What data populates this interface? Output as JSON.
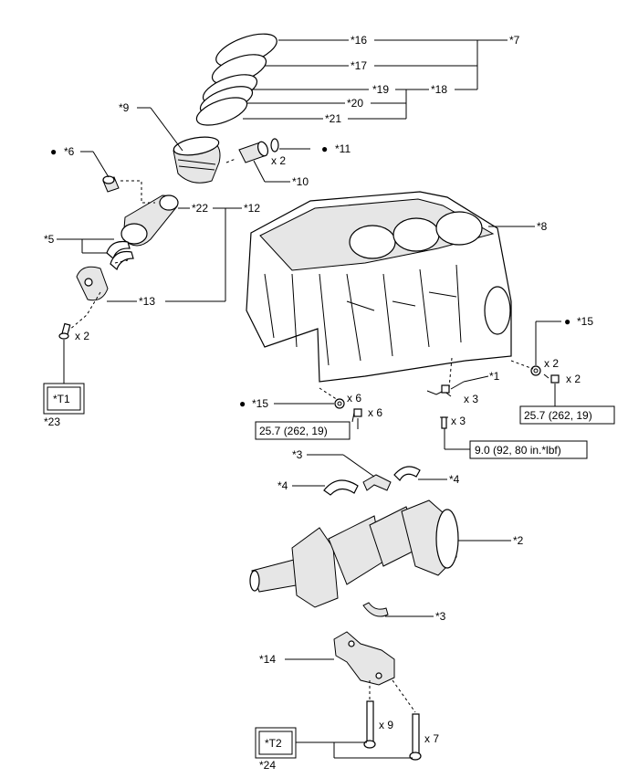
{
  "callouts": {
    "c1": "*1",
    "c2": "*2",
    "c3a": "*3",
    "c3b": "*3",
    "c4a": "*4",
    "c4b": "*4",
    "c5": "*5",
    "c6": "*6",
    "c7": "*7",
    "c8": "*8",
    "c9": "*9",
    "c10": "*10",
    "c11": "*11",
    "c12": "*12",
    "c13": "*13",
    "c14": "*14",
    "c15a": "*15",
    "c15b": "*15",
    "c16": "*16",
    "c17": "*17",
    "c18": "*18",
    "c19": "*19",
    "c20": "*20",
    "c21": "*21",
    "c22": "*22",
    "c23": "*23",
    "c24": "*24"
  },
  "quantities": {
    "q11": "x 2",
    "q_rodbolt": "x 2",
    "q15a": "x 6",
    "q15a_bolt": "x 6",
    "q1": "x 3",
    "q1_bolt": "x 3",
    "q15b": "x 2",
    "q15b_bolt": "x 2",
    "q_main9": "x 9",
    "q_main7": "x 7"
  },
  "torques": {
    "t_left": "25.7 (262, 19)",
    "t_right": "25.7 (262, 19)",
    "t_jet": "9.0 (92, 80 in.*lbf)"
  },
  "tools": {
    "t1": "*T1",
    "t2": "*T2"
  },
  "bullets": {
    "b6": "●",
    "b11": "●",
    "b15a": "●",
    "b15b": "●"
  }
}
